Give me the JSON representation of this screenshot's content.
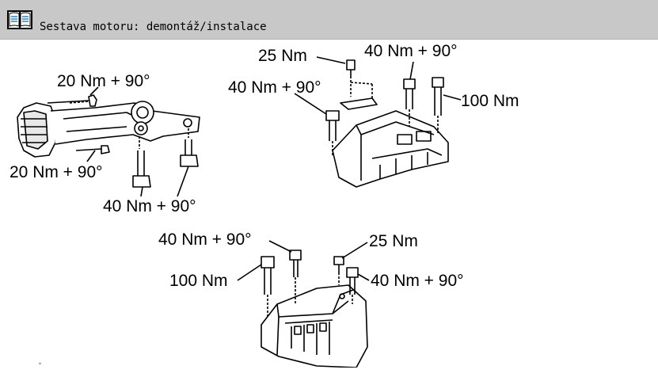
{
  "window": {
    "title": "Sestava motoru: demontáž/instalace",
    "icon": "book-icon"
  },
  "diagram": {
    "top_left": {
      "torque_upper": "20 Nm + 90°",
      "torque_lower": "20 Nm + 90°",
      "torque_bottom": "40 Nm + 90°"
    },
    "top_right": {
      "torque_a": "25 Nm",
      "torque_b": "40 Nm + 90°",
      "torque_c": "40 Nm + 90°",
      "torque_d": "100 Nm"
    },
    "bottom": {
      "torque_a": "40 Nm + 90°",
      "torque_b": "25 Nm",
      "torque_c": "100 Nm",
      "torque_d": "40 Nm + 90°"
    }
  }
}
